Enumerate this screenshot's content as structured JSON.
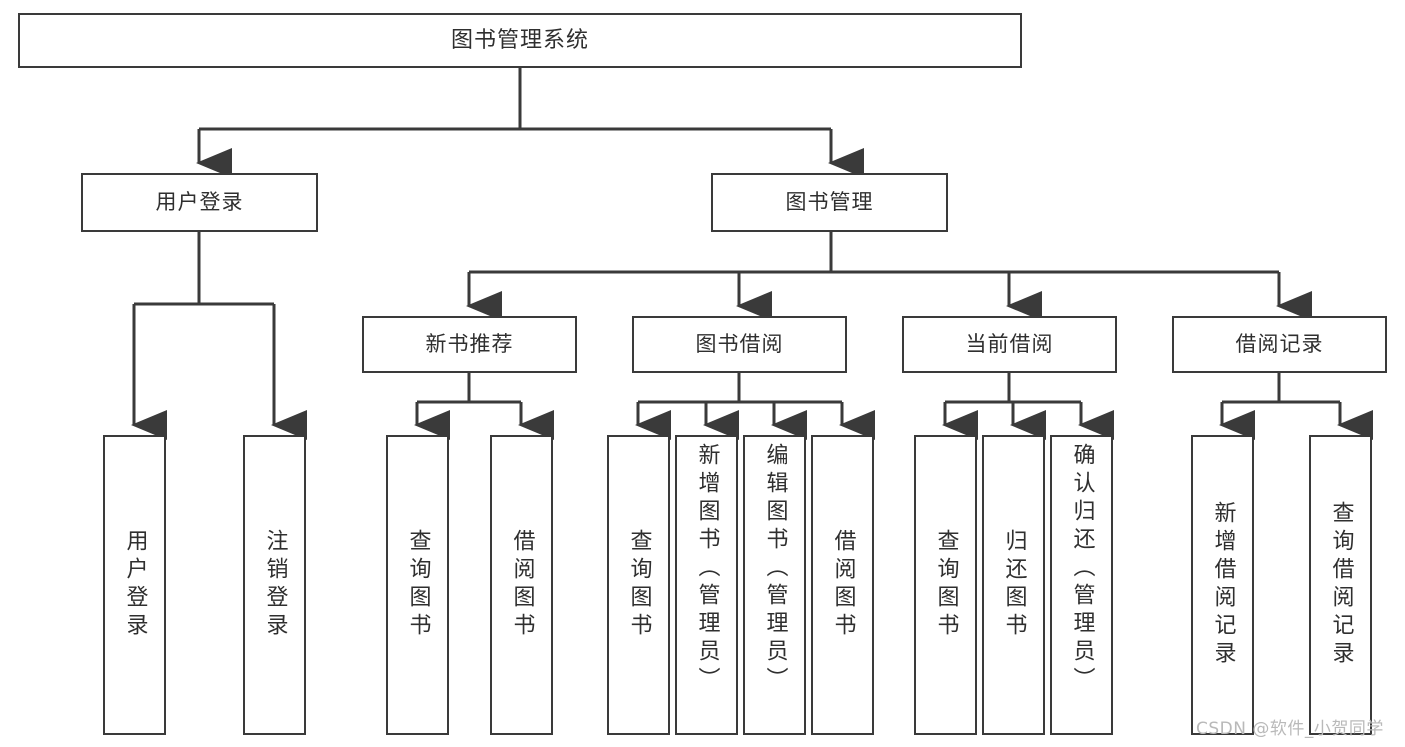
{
  "diagram": {
    "type": "tree-hierarchy",
    "title": "图书管理系统",
    "watermark": "CSDN @软件_小贺同学",
    "colors": {
      "box_border": "#3a3a3a",
      "box_fill": "#ffffff",
      "connector": "#3a3a3a",
      "text": "#2f2f2f",
      "watermark": "#b9b9b9",
      "background": "#ffffff"
    },
    "root": {
      "label": "图书管理系统"
    },
    "level2": [
      {
        "label": "用户登录"
      },
      {
        "label": "图书管理"
      }
    ],
    "level3": [
      {
        "label": "新书推荐"
      },
      {
        "label": "图书借阅"
      },
      {
        "label": "当前借阅"
      },
      {
        "label": "借阅记录"
      }
    ],
    "leaves": {
      "user_login": [
        {
          "label": "用户登录"
        },
        {
          "label": "注销登录"
        }
      ],
      "new_book_recommend": [
        {
          "label": "查询图书"
        },
        {
          "label": "借阅图书"
        }
      ],
      "book_borrow": [
        {
          "label": "查询图书"
        },
        {
          "label": "新增图书（管理员）"
        },
        {
          "label": "编辑图书（管理员）"
        },
        {
          "label": "借阅图书"
        }
      ],
      "current_borrow": [
        {
          "label": "查询图书"
        },
        {
          "label": "归还图书"
        },
        {
          "label": "确认归还（管理员）"
        }
      ],
      "borrow_record": [
        {
          "label": "新增借阅记录"
        },
        {
          "label": "查询借阅记录"
        }
      ]
    }
  }
}
